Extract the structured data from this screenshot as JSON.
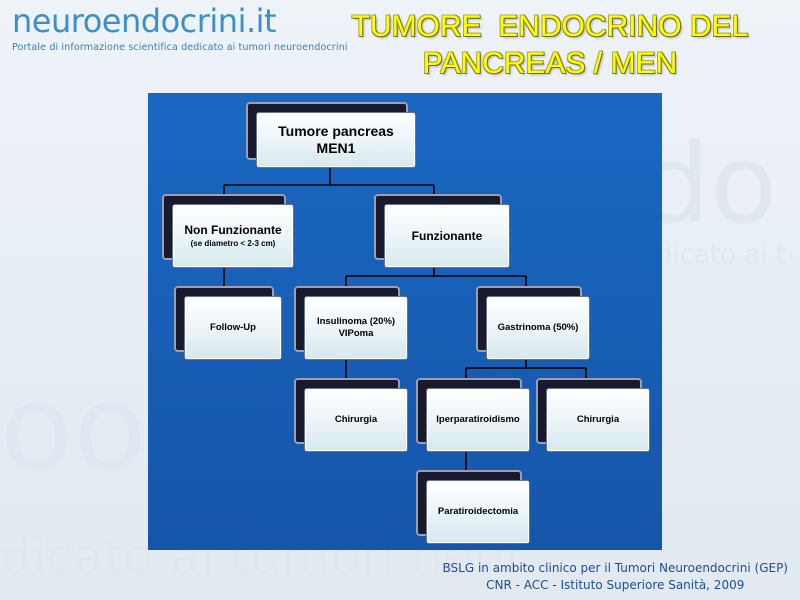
{
  "header": {
    "logo_text": "neuroendocrini",
    "logo_tld": ".it",
    "logo_subtitle": "Portale di informazione scientifica dedicato ai tumori neuroendocrini",
    "title_line1": "TUMORE  ENDOCRINO DEL",
    "title_line2": "PANCREAS / MEN"
  },
  "diagram": {
    "root": {
      "line1": "Tumore pancreas",
      "line2": "MEN1"
    },
    "non_funz": {
      "line1": "Non Funzionante",
      "line2": "(se diametro < 2-3 cm)"
    },
    "funz": {
      "label": "Funzionante"
    },
    "followup": {
      "label": "Follow-Up"
    },
    "insulinoma": {
      "line1": "Insulinoma (20%)",
      "line2": "VIPoma"
    },
    "gastrinoma": {
      "label": "Gastrinoma (50%)"
    },
    "chirurgia1": {
      "label": "Chirurgia"
    },
    "iperpara": {
      "label": "Iperparatiroidismo"
    },
    "chirurgia2": {
      "label": "Chirurgia"
    },
    "paratiroidectomia": {
      "label": "Paratiroidectomia"
    }
  },
  "footer": {
    "line1": "BSLG in ambito clinico per il Tumori Neuroendocrini (GEP)",
    "line2": "CNR - ACC - Istituto Superiore Sanità, 2009"
  },
  "colors": {
    "title": "#ffff00",
    "panel": "#1a67c2",
    "logo": "#3d8fc7"
  }
}
